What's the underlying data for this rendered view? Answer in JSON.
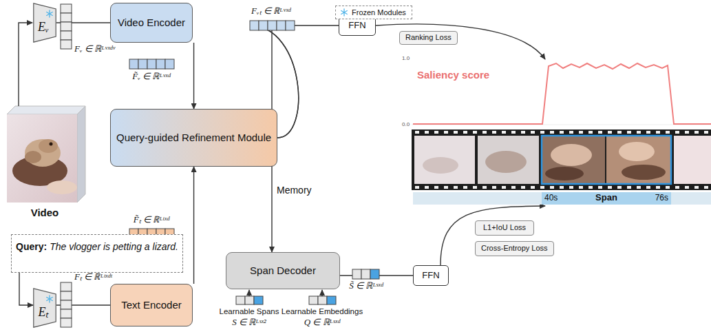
{
  "diagram": {
    "nodes": [
      {
        "text": [
          "Eᵥ"
        ]
      },
      {
        "text": [
          "Video Encoder"
        ]
      },
      {
        "text": [
          "Query:",
          "The vlogger is petting a lizard."
        ]
      },
      {
        "text": [
          "Query-guided Refinement Module"
        ]
      },
      {
        "text": [
          "Text Encoder"
        ]
      },
      {
        "text": [
          "Eₜ"
        ]
      },
      {
        "text": [
          "FFN"
        ]
      },
      {
        "text": [
          "Ranking Loss"
        ]
      },
      {
        "text": [
          "Span Decoder"
        ]
      },
      {
        "text": [
          "FFN"
        ]
      },
      {
        "text": [
          "L1+IoU Loss"
        ]
      },
      {
        "text": [
          "Cross-Entropy Loss"
        ]
      }
    ],
    "edges": [
      {
        "from": 0,
        "to": 1,
        "arrow": "none"
      },
      {
        "from": 1,
        "to": 3,
        "arrow": "to"
      },
      {
        "from": 2,
        "to": 5,
        "arrow": "to"
      },
      {
        "from": 5,
        "to": 4,
        "arrow": "none"
      },
      {
        "from": 4,
        "to": 3,
        "arrow": "to"
      },
      {
        "from": 3,
        "to": 6,
        "arrow": "none"
      },
      {
        "from": 3,
        "to": 8,
        "label": "Memory",
        "arrow": "to"
      },
      {
        "from": 8,
        "to": 9,
        "arrow": "none"
      }
    ],
    "labels": [
      "Fᵥ ∈ ℝᴸᵛˣᵈᵛ",
      "F̃ᵥ ∈ ℝᴸᵛˣᵈ",
      "Video",
      "F̃ₜ ∈ ℝᴸᵗˣᵈ",
      "Fₜ ∈ ℝᴸᵗˣᵈᵗ",
      "Fᵥₜ ∈ ℝᴸᵛˣᵈ",
      "Saliency score",
      "1.0",
      "0.0",
      "40s",
      "Span",
      "76s",
      "S̃ ∈ ℝᴸˢˣᵈ",
      "Learnable Spans",
      "S ∈ ℝᴸˢˣ²",
      "Learnable Embeddings",
      "Q ∈ ℝᴸˢˣᵈ"
    ],
    "legend": [
      {
        "text": "Frozen Modules"
      }
    ]
  }
}
